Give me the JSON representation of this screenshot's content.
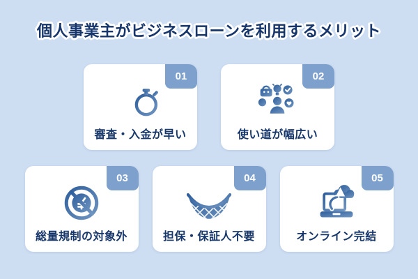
{
  "title": "個人事業主がビジネスローンを利用するメリット",
  "colors": {
    "background": "#cdddf2",
    "badge": "#7da0cc",
    "card_background": "#ffffff",
    "title_text": "#16366b",
    "label_text": "#17376b",
    "icon_blue_dark": "#2e5e9b",
    "icon_blue_light": "#7095c1"
  },
  "cards": [
    {
      "number": "01",
      "label": "審査・入金が早い",
      "icon": "stopwatch-icon"
    },
    {
      "number": "02",
      "label": "使い道が幅広い",
      "icon": "versatile-use-icon"
    },
    {
      "number": "03",
      "label": "総量規制の対象外",
      "icon": "no-yen-icon"
    },
    {
      "number": "04",
      "label": "担保・保証人不要",
      "icon": "safety-net-icon"
    },
    {
      "number": "05",
      "label": "オンライン完結",
      "icon": "online-laptop-icon"
    }
  ]
}
